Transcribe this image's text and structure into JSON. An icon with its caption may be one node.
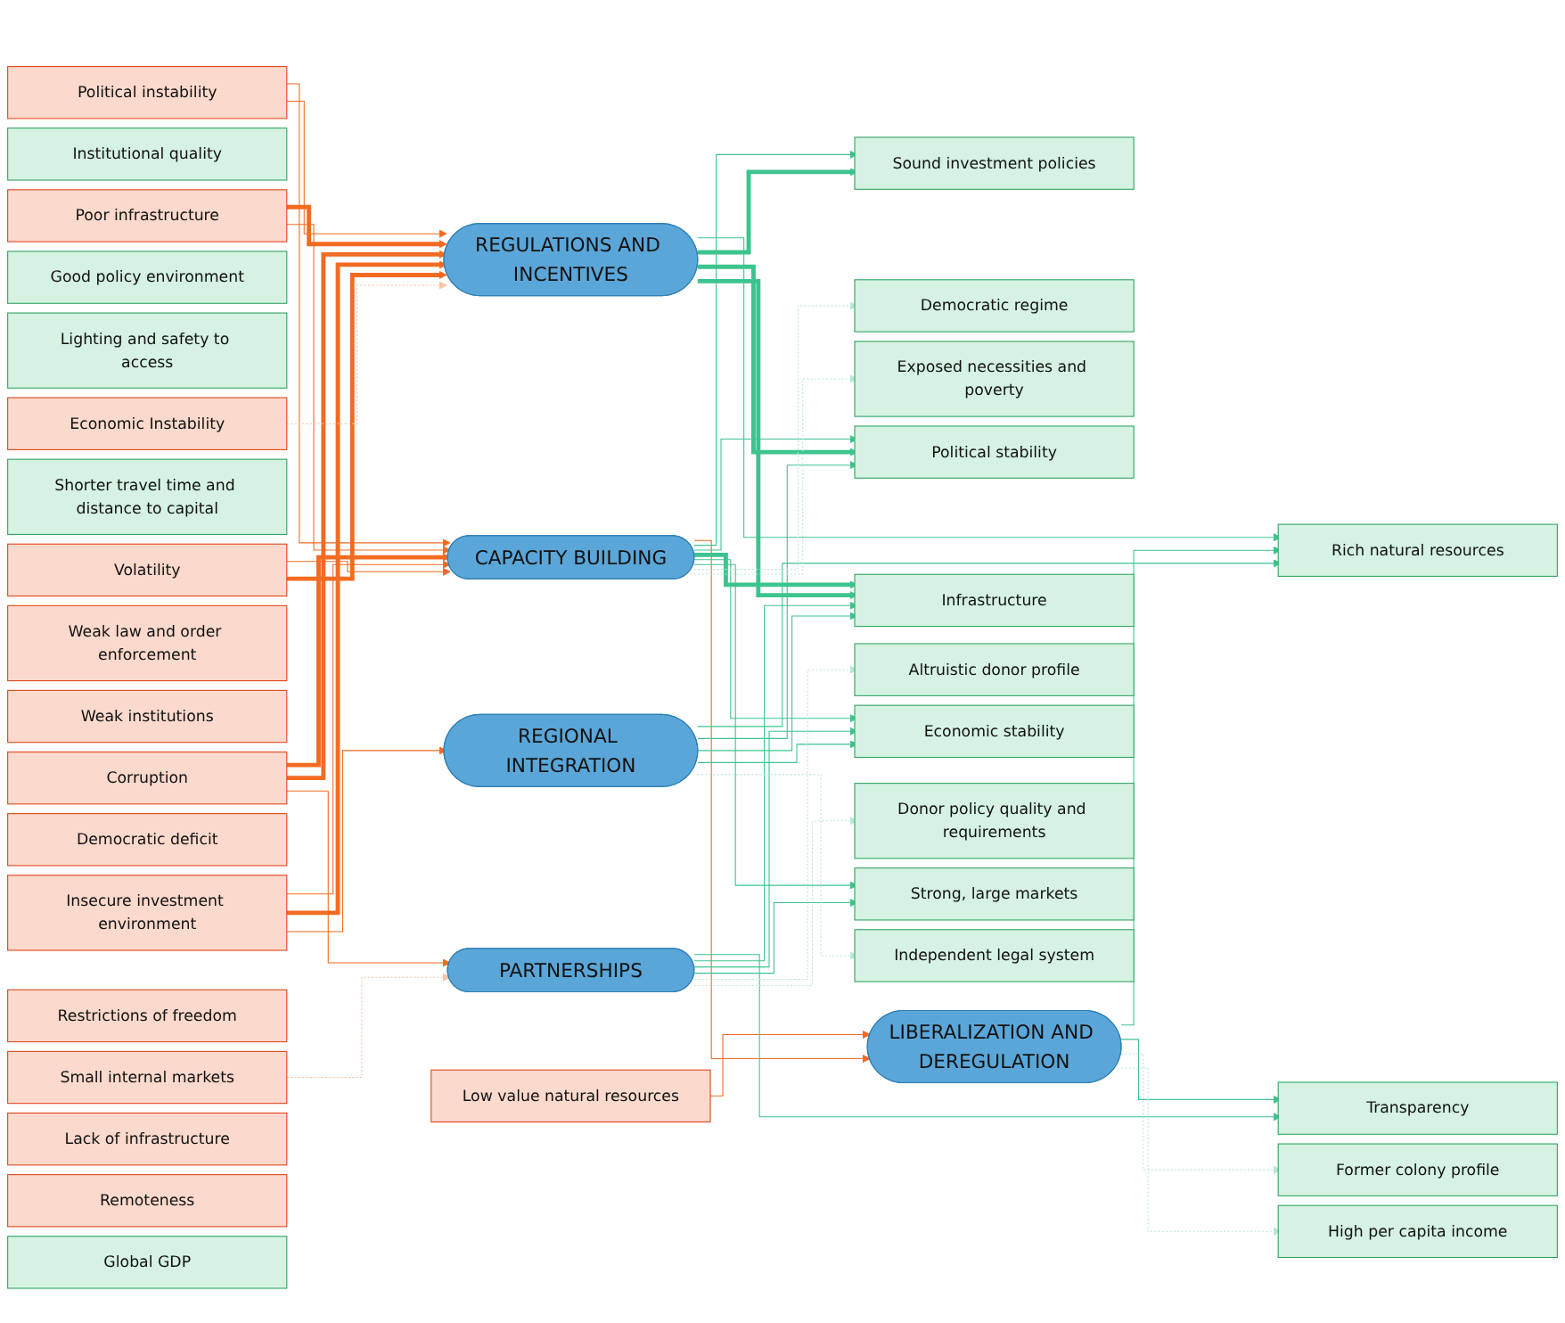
{
  "diagram": {
    "nodes": [
      {
        "text": [
          "Political instability"
        ]
      },
      {
        "text": [
          "Institutional quality"
        ]
      },
      {
        "text": [
          "Poor infrastructure"
        ]
      },
      {
        "text": [
          "Good policy environment"
        ]
      },
      {
        "text": [
          "Low value natural resources"
        ]
      },
      {
        "text": [
          "Lighting and safety to access"
        ]
      },
      {
        "text": [
          "Corruption"
        ]
      },
      {
        "text": [
          "Shorter travel time and distance to capital"
        ]
      },
      {
        "text": [
          "Insecure investment environment"
        ]
      },
      {
        "text": [
          "Weak law and order enforcement"
        ]
      },
      {
        "text": [
          "Weak institutions"
        ]
      },
      {
        "text": [
          "Volatility"
        ]
      },
      {
        "text": [
          "CAPACITY BUILDING"
        ]
      },
      {
        "text": [
          "Democratic deficit"
        ]
      },
      {
        "text": [
          "Economic Instability"
        ]
      },
      {
        "text": [
          "REGULATIONS AND INCENTIVES"
        ]
      },
      {
        "text": [
          "Restrictions of freedom"
        ]
      },
      {
        "text": [
          "Small internal markets"
        ]
      },
      {
        "text": [
          "Lack of infrastructure"
        ]
      },
      {
        "text": [
          "Rich natural resources"
        ]
      },
      {
        "text": [
          "LIBERALIZATION AND DEREGULATION"
        ]
      },
      {
        "text": [
          "Remoteness"
        ]
      },
      {
        "text": [
          "Sound investment policies"
        ]
      },
      {
        "text": [
          "Global GDP"
        ]
      },
      {
        "text": [
          "PARTNERSHIPS"
        ]
      },
      {
        "text": [
          "Democratic regime"
        ]
      },
      {
        "text": [
          "Transparency"
        ]
      },
      {
        "text": [
          "Exposed necessities and poverty"
        ]
      },
      {
        "text": [
          "Political stability"
        ]
      },
      {
        "text": [
          "Former colony profile"
        ]
      },
      {
        "text": [
          "REGIONAL INTEGRATION"
        ]
      },
      {
        "text": [
          "Infrastructure"
        ]
      },
      {
        "text": [
          "Altruistic donor profile"
        ]
      },
      {
        "text": [
          "Economic stability"
        ]
      },
      {
        "text": [
          "Donor policy quality and requirements"
        ]
      },
      {
        "text": [
          "Strong, large markets"
        ]
      },
      {
        "text": [
          "High per capita income"
        ]
      },
      {
        "text": [
          "Independent legal system"
        ]
      }
    ],
    "edges": [
      {
        "from": 0,
        "to": 12,
        "arrow": "to",
        "color": "#f26b21"
      },
      {
        "from": 0,
        "to": 15,
        "arrow": "to",
        "color": "#f26b21"
      },
      {
        "from": 2,
        "to": 15,
        "arrow": "to",
        "style": "thick",
        "color": "#f26b21"
      },
      {
        "from": 2,
        "to": 12,
        "arrow": "to",
        "color": "#f26b21"
      },
      {
        "from": 4,
        "to": 20,
        "arrow": "to",
        "color": "#f26b21"
      },
      {
        "from": 6,
        "to": 12,
        "arrow": "to",
        "style": "thick",
        "color": "#f26b21"
      },
      {
        "from": 6,
        "to": 15,
        "arrow": "to",
        "style": "thick",
        "color": "#f26b21"
      },
      {
        "from": 6,
        "to": 24,
        "arrow": "to",
        "color": "#f26b21"
      },
      {
        "from": 8,
        "to": 12,
        "arrow": "to",
        "color": "#f26b21"
      },
      {
        "from": 8,
        "to": 15,
        "arrow": "to",
        "style": "thick",
        "color": "#f26b21"
      },
      {
        "from": 8,
        "to": 30,
        "arrow": "to",
        "color": "#f26b21"
      },
      {
        "from": 11,
        "to": 12,
        "arrow": "to",
        "color": "#f26b21"
      },
      {
        "from": 11,
        "to": 15,
        "arrow": "to",
        "style": "thick",
        "color": "#f26b21"
      },
      {
        "from": 12,
        "to": 20,
        "arrow": "to",
        "color": "#f26b21"
      },
      {
        "from": 14,
        "to": 15,
        "arrow": "to",
        "style": "dashed",
        "color": "#f9c4a6"
      },
      {
        "from": 17,
        "to": 24,
        "arrow": "to",
        "style": "dashed",
        "color": "#f9c4a6"
      },
      {
        "from": 12,
        "to": 22,
        "arrow": "to"
      },
      {
        "from": 12,
        "to": 28,
        "arrow": "to"
      },
      {
        "from": 12,
        "to": 31,
        "arrow": "to",
        "style": "thick"
      },
      {
        "from": 12,
        "to": 33,
        "arrow": "to"
      },
      {
        "from": 12,
        "to": 35,
        "arrow": "to"
      },
      {
        "from": 15,
        "to": 19,
        "arrow": "to"
      },
      {
        "from": 15,
        "to": 22,
        "arrow": "to",
        "style": "thick"
      },
      {
        "from": 15,
        "to": 28,
        "arrow": "to",
        "style": "thick"
      },
      {
        "from": 15,
        "to": 31,
        "arrow": "to",
        "style": "thick"
      },
      {
        "from": 20,
        "to": 19,
        "arrow": "to"
      },
      {
        "from": 20,
        "to": 26,
        "arrow": "to"
      },
      {
        "from": 24,
        "to": 26,
        "arrow": "to"
      },
      {
        "from": 24,
        "to": 31,
        "arrow": "to"
      },
      {
        "from": 24,
        "to": 33,
        "arrow": "to"
      },
      {
        "from": 24,
        "to": 35,
        "arrow": "to"
      },
      {
        "from": 30,
        "to": 19,
        "arrow": "to"
      },
      {
        "from": 30,
        "to": 28,
        "arrow": "to"
      },
      {
        "from": 30,
        "to": 31,
        "arrow": "to"
      },
      {
        "from": 30,
        "to": 33,
        "arrow": "to"
      },
      {
        "from": 12,
        "to": 25,
        "arrow": "to",
        "style": "dashed",
        "color": "#b9e8d6"
      },
      {
        "from": 12,
        "to": 27,
        "arrow": "to",
        "style": "dashed",
        "color": "#b9e8d6"
      },
      {
        "from": 20,
        "to": 29,
        "arrow": "to",
        "style": "dashed",
        "color": "#b9e8d6"
      },
      {
        "from": 24,
        "to": 32,
        "arrow": "to",
        "style": "dashed",
        "color": "#b9e8d6"
      },
      {
        "from": 24,
        "to": 34,
        "arrow": "to",
        "style": "dashed",
        "color": "#b9e8d6"
      },
      {
        "from": 20,
        "to": 36,
        "arrow": "to",
        "style": "dashed",
        "color": "#b9e8d6"
      },
      {
        "from": 30,
        "to": 37,
        "arrow": "to",
        "style": "dashed",
        "color": "#b9e8d6"
      }
    ]
  }
}
